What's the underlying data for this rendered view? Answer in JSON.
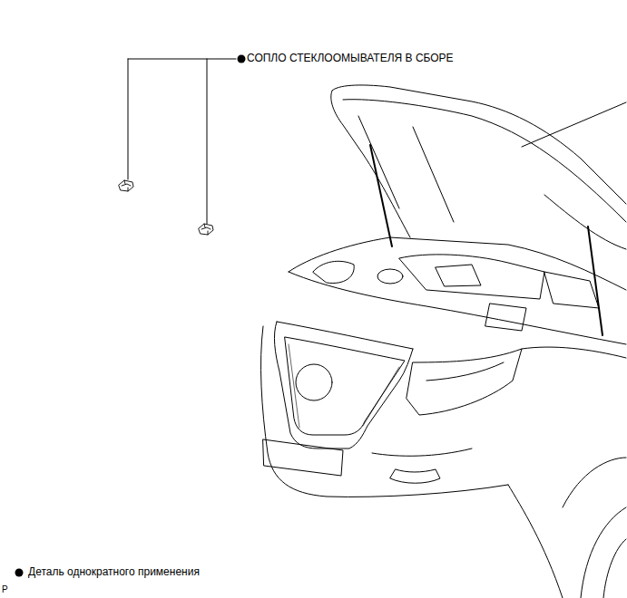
{
  "diagram": {
    "labels": [
      "СОПЛО СТЕКЛООМЫВАТЕЛЯ В СБОРЕ",
      "P"
    ],
    "legend": [
      {
        "text": "Деталь однократного применения"
      }
    ]
  }
}
